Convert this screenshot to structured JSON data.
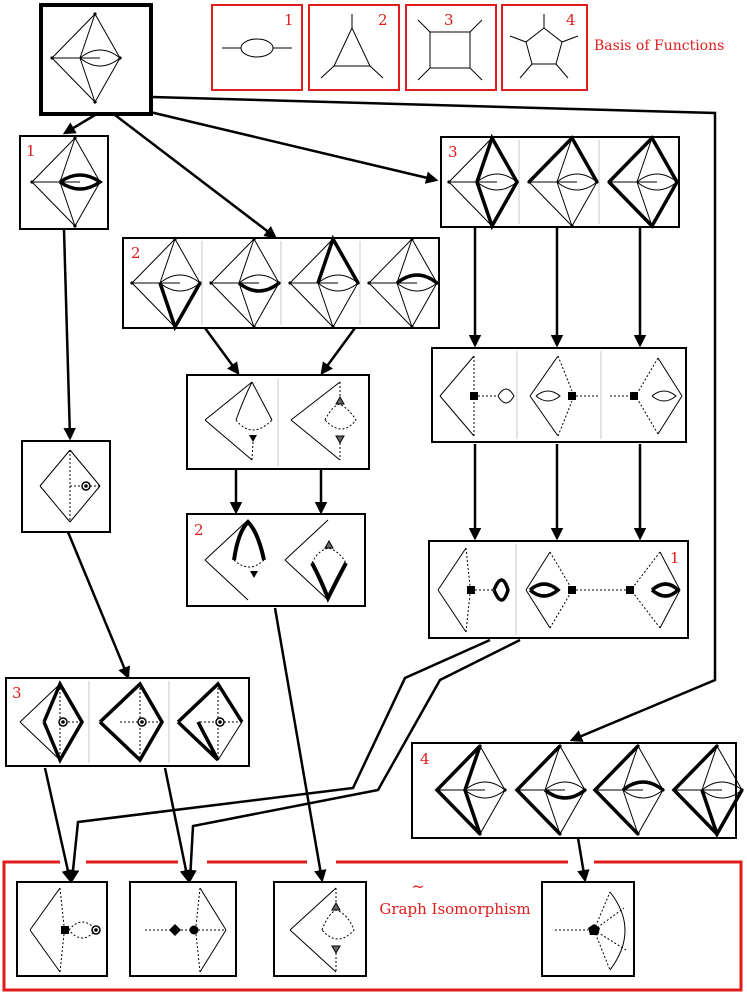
{
  "basis": {
    "items": [
      {
        "num": "1",
        "shape": "bubble"
      },
      {
        "num": "2",
        "shape": "triangle"
      },
      {
        "num": "3",
        "shape": "box"
      },
      {
        "num": "4",
        "shape": "pentagon"
      }
    ],
    "title": "Basis of Functions"
  },
  "boxes": {
    "b1": "1",
    "b2": "2",
    "b3": "3",
    "b5": "2",
    "b7": "1",
    "b8": "3",
    "b9": "4"
  },
  "footer": {
    "tilde": "~",
    "label": "Graph Isomorphism"
  },
  "colors": {
    "accent": "#e01b1b",
    "ink": "#000000",
    "divider": "#c8c8c8"
  }
}
